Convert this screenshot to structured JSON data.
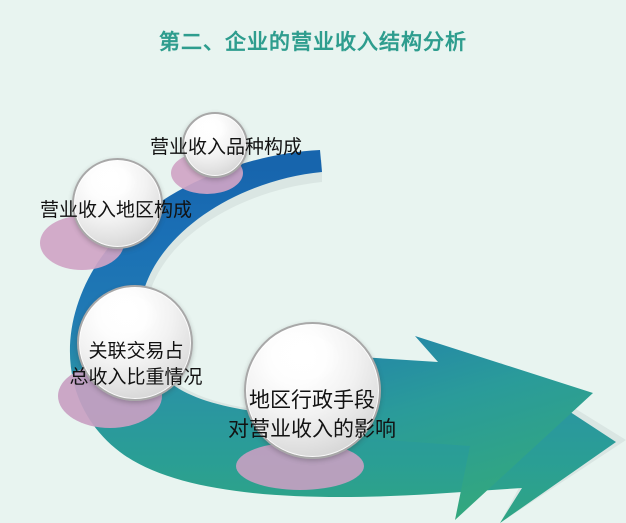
{
  "slide": {
    "title": "第二、企业的营业收入结构分析",
    "background_color": "#e8f4f0",
    "title_color": "#2e9d8e"
  },
  "diagram": {
    "type": "curved-arrow-process",
    "arrow_colors": {
      "start": "#1a6fb5",
      "middle": "#2a9a9a",
      "end": "#2fa583",
      "shadow": "#d7e3e0",
      "accent_blob": "#cfa4c6"
    },
    "nodes": [
      {
        "id": "node-1",
        "label": "营业收入品种构成",
        "lines": [
          "营业收入品种构成"
        ]
      },
      {
        "id": "node-2",
        "label": "营业收入地区构成",
        "lines": [
          "营业收入地区构成"
        ]
      },
      {
        "id": "node-3",
        "label": "关联交易占总收入比重情况",
        "lines": [
          "关联交易占",
          "总收入比重情况"
        ]
      },
      {
        "id": "node-4",
        "label": "地区行政手段对营业收入的影响",
        "lines": [
          "地区行政手段",
          "对营业收入的影响"
        ]
      }
    ]
  }
}
